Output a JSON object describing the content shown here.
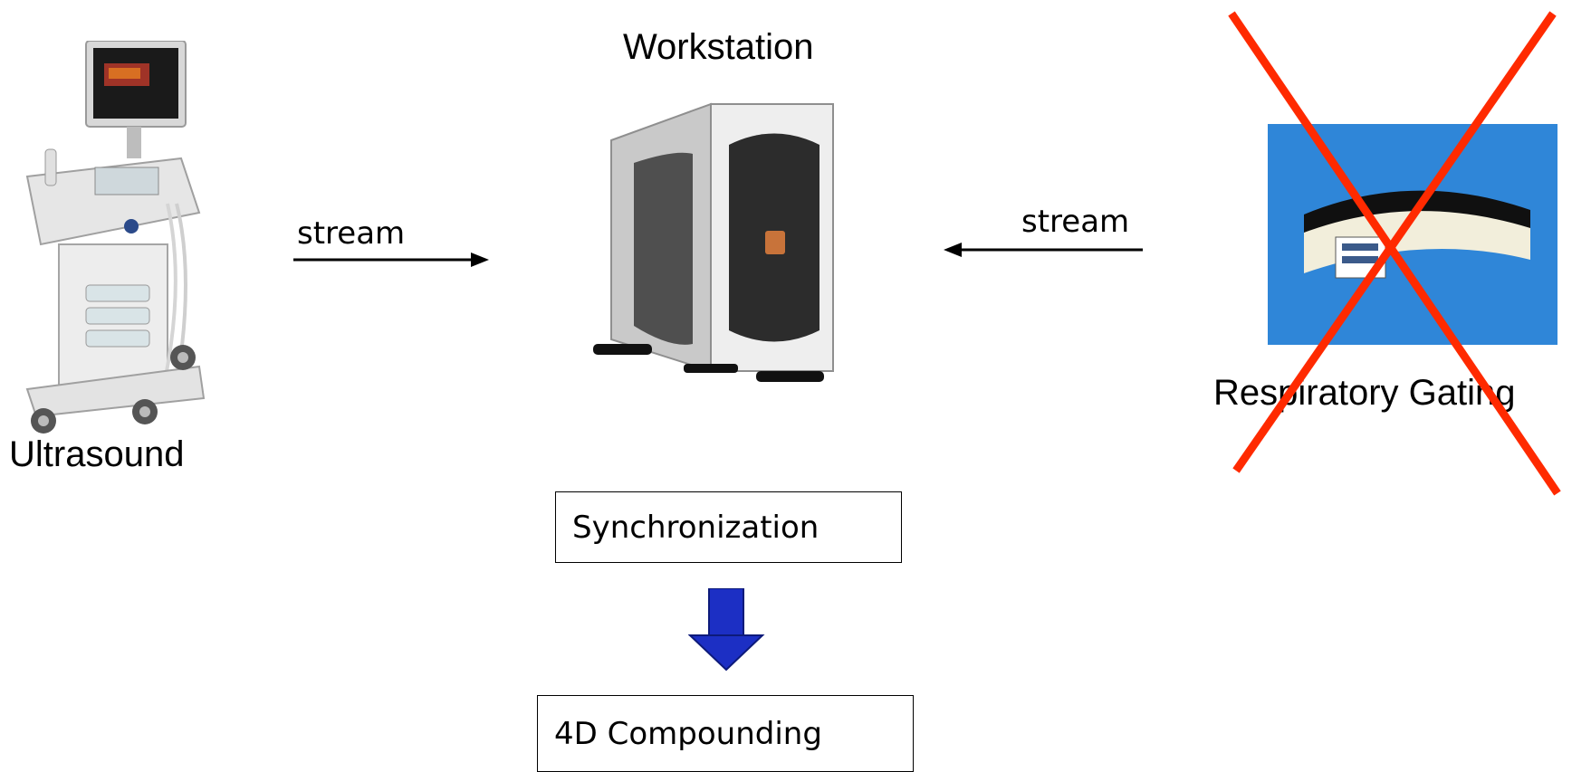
{
  "labels": {
    "workstation": "Workstation",
    "ultrasound": "Ultrasound",
    "respiratory_gating": "Respiratory Gating",
    "stream_left": "stream",
    "stream_right": "stream"
  },
  "boxes": {
    "synchronization": "Synchronization",
    "compounding": "4D Compounding"
  },
  "colors": {
    "cross": "#ff2a00",
    "down_arrow": "#1c2fc4",
    "gating_bg": "#2f86d8"
  }
}
